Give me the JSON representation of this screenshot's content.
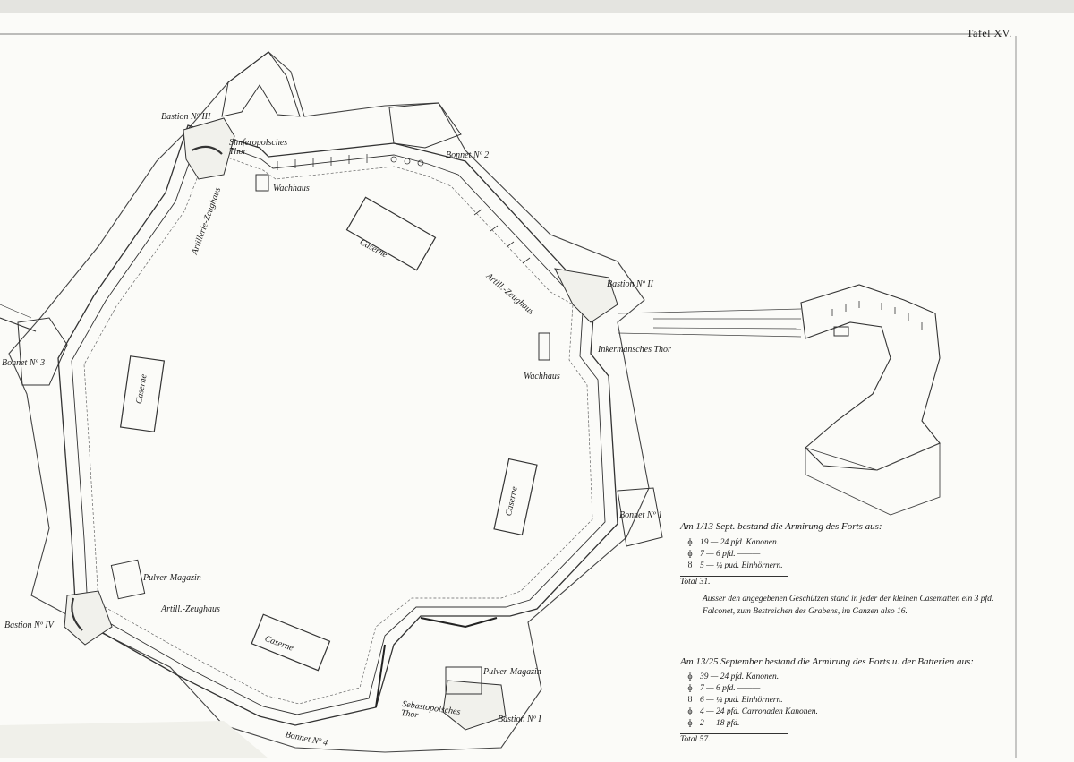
{
  "plate_title": "Tafel XV.",
  "labels": {
    "bastion_3": "Bastion Nº III",
    "simferopol_gate": "Simferopolsches Thor",
    "bonnet_2": "Bonnet Nº 2",
    "wachhaus_north": "Wachhaus",
    "artillerie_zeughaus": "Artillerie-Zeughaus",
    "caserne_north": "Caserne",
    "bastion_2": "Bastion Nº II",
    "artill_zeughaus_east": "Artill.-Zeughaus",
    "inkerman_gate": "Inkermansches Thor",
    "wachhaus_east": "Wachhaus",
    "bonnet_3": "Bonnet Nº 3",
    "caserne_west": "Caserne",
    "caserne_east": "Caserne",
    "bonnet_1": "Bonnet Nº 1",
    "pulver_magazin_west": "Pulver-Magazin",
    "artill_zeughaus_sw": "Artill.-Zeughaus",
    "bastion_4": "Bastion Nº IV",
    "caserne_south": "Caserne",
    "pulver_magazin_south": "Pulver-Magazin",
    "sebastopol_gate": "Sebastopolsches Thor",
    "bastion_1": "Bastion Nº I",
    "bonnet_4": "Bonnet Nº 4"
  },
  "legend1": {
    "heading": "Am 1/13 Sept. bestand die Armirung des Forts aus:",
    "rows": [
      {
        "symbol": "ɸ",
        "text": "19 — 24 pfd. Kanonen."
      },
      {
        "symbol": "ɸ",
        "text": "7 — 6 pfd. ———"
      },
      {
        "symbol": "ȣ",
        "text": "5 — ¼ pud. Einhörnern."
      }
    ],
    "total": "Total 31."
  },
  "paragraph": "Ausser den angegebenen Geschützen stand in jeder der kleinen Casematten ein 3 pfd. Falconet, zum Bestreichen des Grabens, im Ganzen also 16.",
  "legend2": {
    "heading": "Am 13/25 September bestand die Armirung des Forts u. der Batterien aus:",
    "rows": [
      {
        "symbol": "ɸ",
        "text": "39 — 24 pfd. Kanonen."
      },
      {
        "symbol": "ɸ",
        "text": "7 — 6 pfd. ———"
      },
      {
        "symbol": "ȣ",
        "text": "6 — ¼ pud. Einhörnern."
      },
      {
        "symbol": "ɸ",
        "text": "4 — 24 pfd. Carronaden Kanonen."
      },
      {
        "symbol": "ɸ",
        "text": "2 — 18 pfd. ———"
      }
    ],
    "total": "Total 57."
  }
}
